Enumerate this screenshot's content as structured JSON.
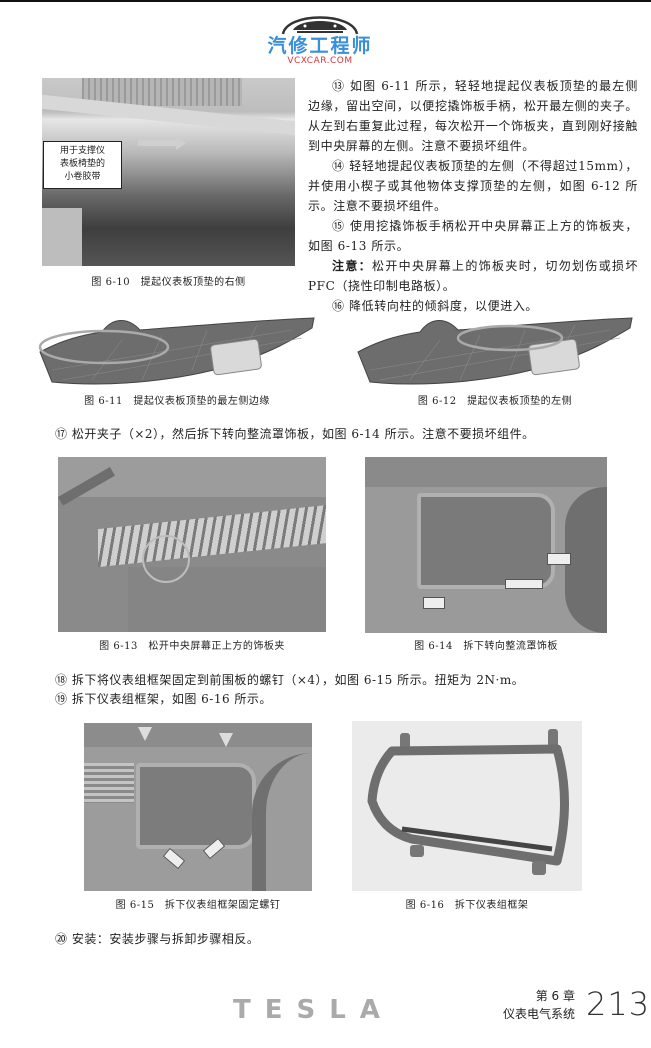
{
  "header": {
    "logo_cn": "汽修工程师",
    "logo_en": "VCXCAR.COM",
    "logo_colors": {
      "cn": "#3a8fd6",
      "en": "#d9343a"
    }
  },
  "figures": {
    "fig_6_10": {
      "caption": "图 6-10　提起仪表板顶垫的右侧",
      "callout": [
        "用于支撑仪",
        "表板椅垫的",
        "小卷胶带"
      ]
    },
    "fig_6_11": {
      "caption": "图 6-11　提起仪表板顶垫的最左侧边缘"
    },
    "fig_6_12": {
      "caption": "图 6-12　提起仪表板顶垫的左侧"
    },
    "fig_6_13": {
      "caption": "图 6-13　松开中央屏幕正上方的饰板夹"
    },
    "fig_6_14": {
      "caption": "图 6-14　拆下转向整流罩饰板"
    },
    "fig_6_15": {
      "caption": "图 6-15　拆下仪表组框架固定螺钉"
    },
    "fig_6_16": {
      "caption": "图 6-16　拆下仪表组框架"
    }
  },
  "steps": {
    "s13": "⑬ 如图 6-11 所示，轻轻地提起仪表板顶垫的最左侧边缘，留出空间，以便挖撬饰板手柄，松开最左侧的夹子。从左到右重复此过程，每次松开一个饰板夹，直到刚好接触到中央屏幕的左侧。注意不要损坏组件。",
    "s14": "⑭ 轻轻地提起仪表板顶垫的左侧（不得超过15mm），并使用小楔子或其他物体支撑顶垫的左侧，如图 6-12 所示。注意不要损坏组件。",
    "s15": "⑮ 使用挖撬饰板手柄松开中央屏幕正上方的饰板夹，如图 6-13 所示。",
    "note_label": "注意：",
    "note_text": "松开中央屏幕上的饰板夹时，切勿划伤或损坏 PFC（挠性印制电路板）。",
    "s16": "⑯ 降低转向柱的倾斜度，以便进入。",
    "s17": "⑰ 松开夹子（×2），然后拆下转向整流罩饰板，如图 6-14 所示。注意不要损坏组件。",
    "s18": "⑱ 拆下将仪表组框架固定到前围板的螺钉（×4），如图 6-15 所示。扭矩为 2N·m。",
    "s19": "⑲ 拆下仪表组框架，如图 6-16 所示。",
    "s20": "⑳ 安装：安装步骤与拆卸步骤相反。"
  },
  "footer": {
    "brand": "TESLA",
    "chapter_num": "第 6 章",
    "chapter_title": "仪表电气系统",
    "page_number": "213"
  }
}
